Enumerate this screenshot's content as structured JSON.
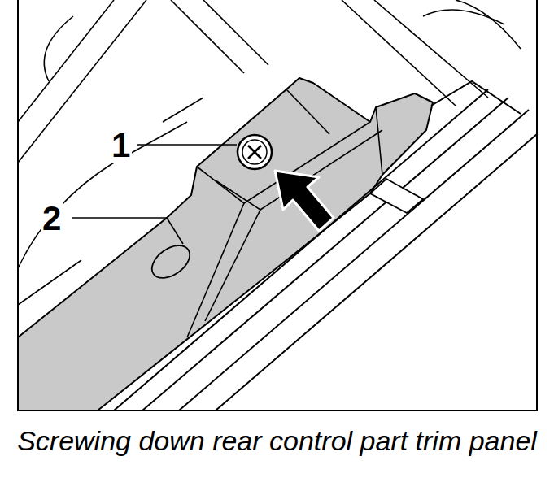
{
  "diagram": {
    "caption": "Screwing down rear control part trim panel",
    "labels": [
      "1",
      "2"
    ]
  }
}
